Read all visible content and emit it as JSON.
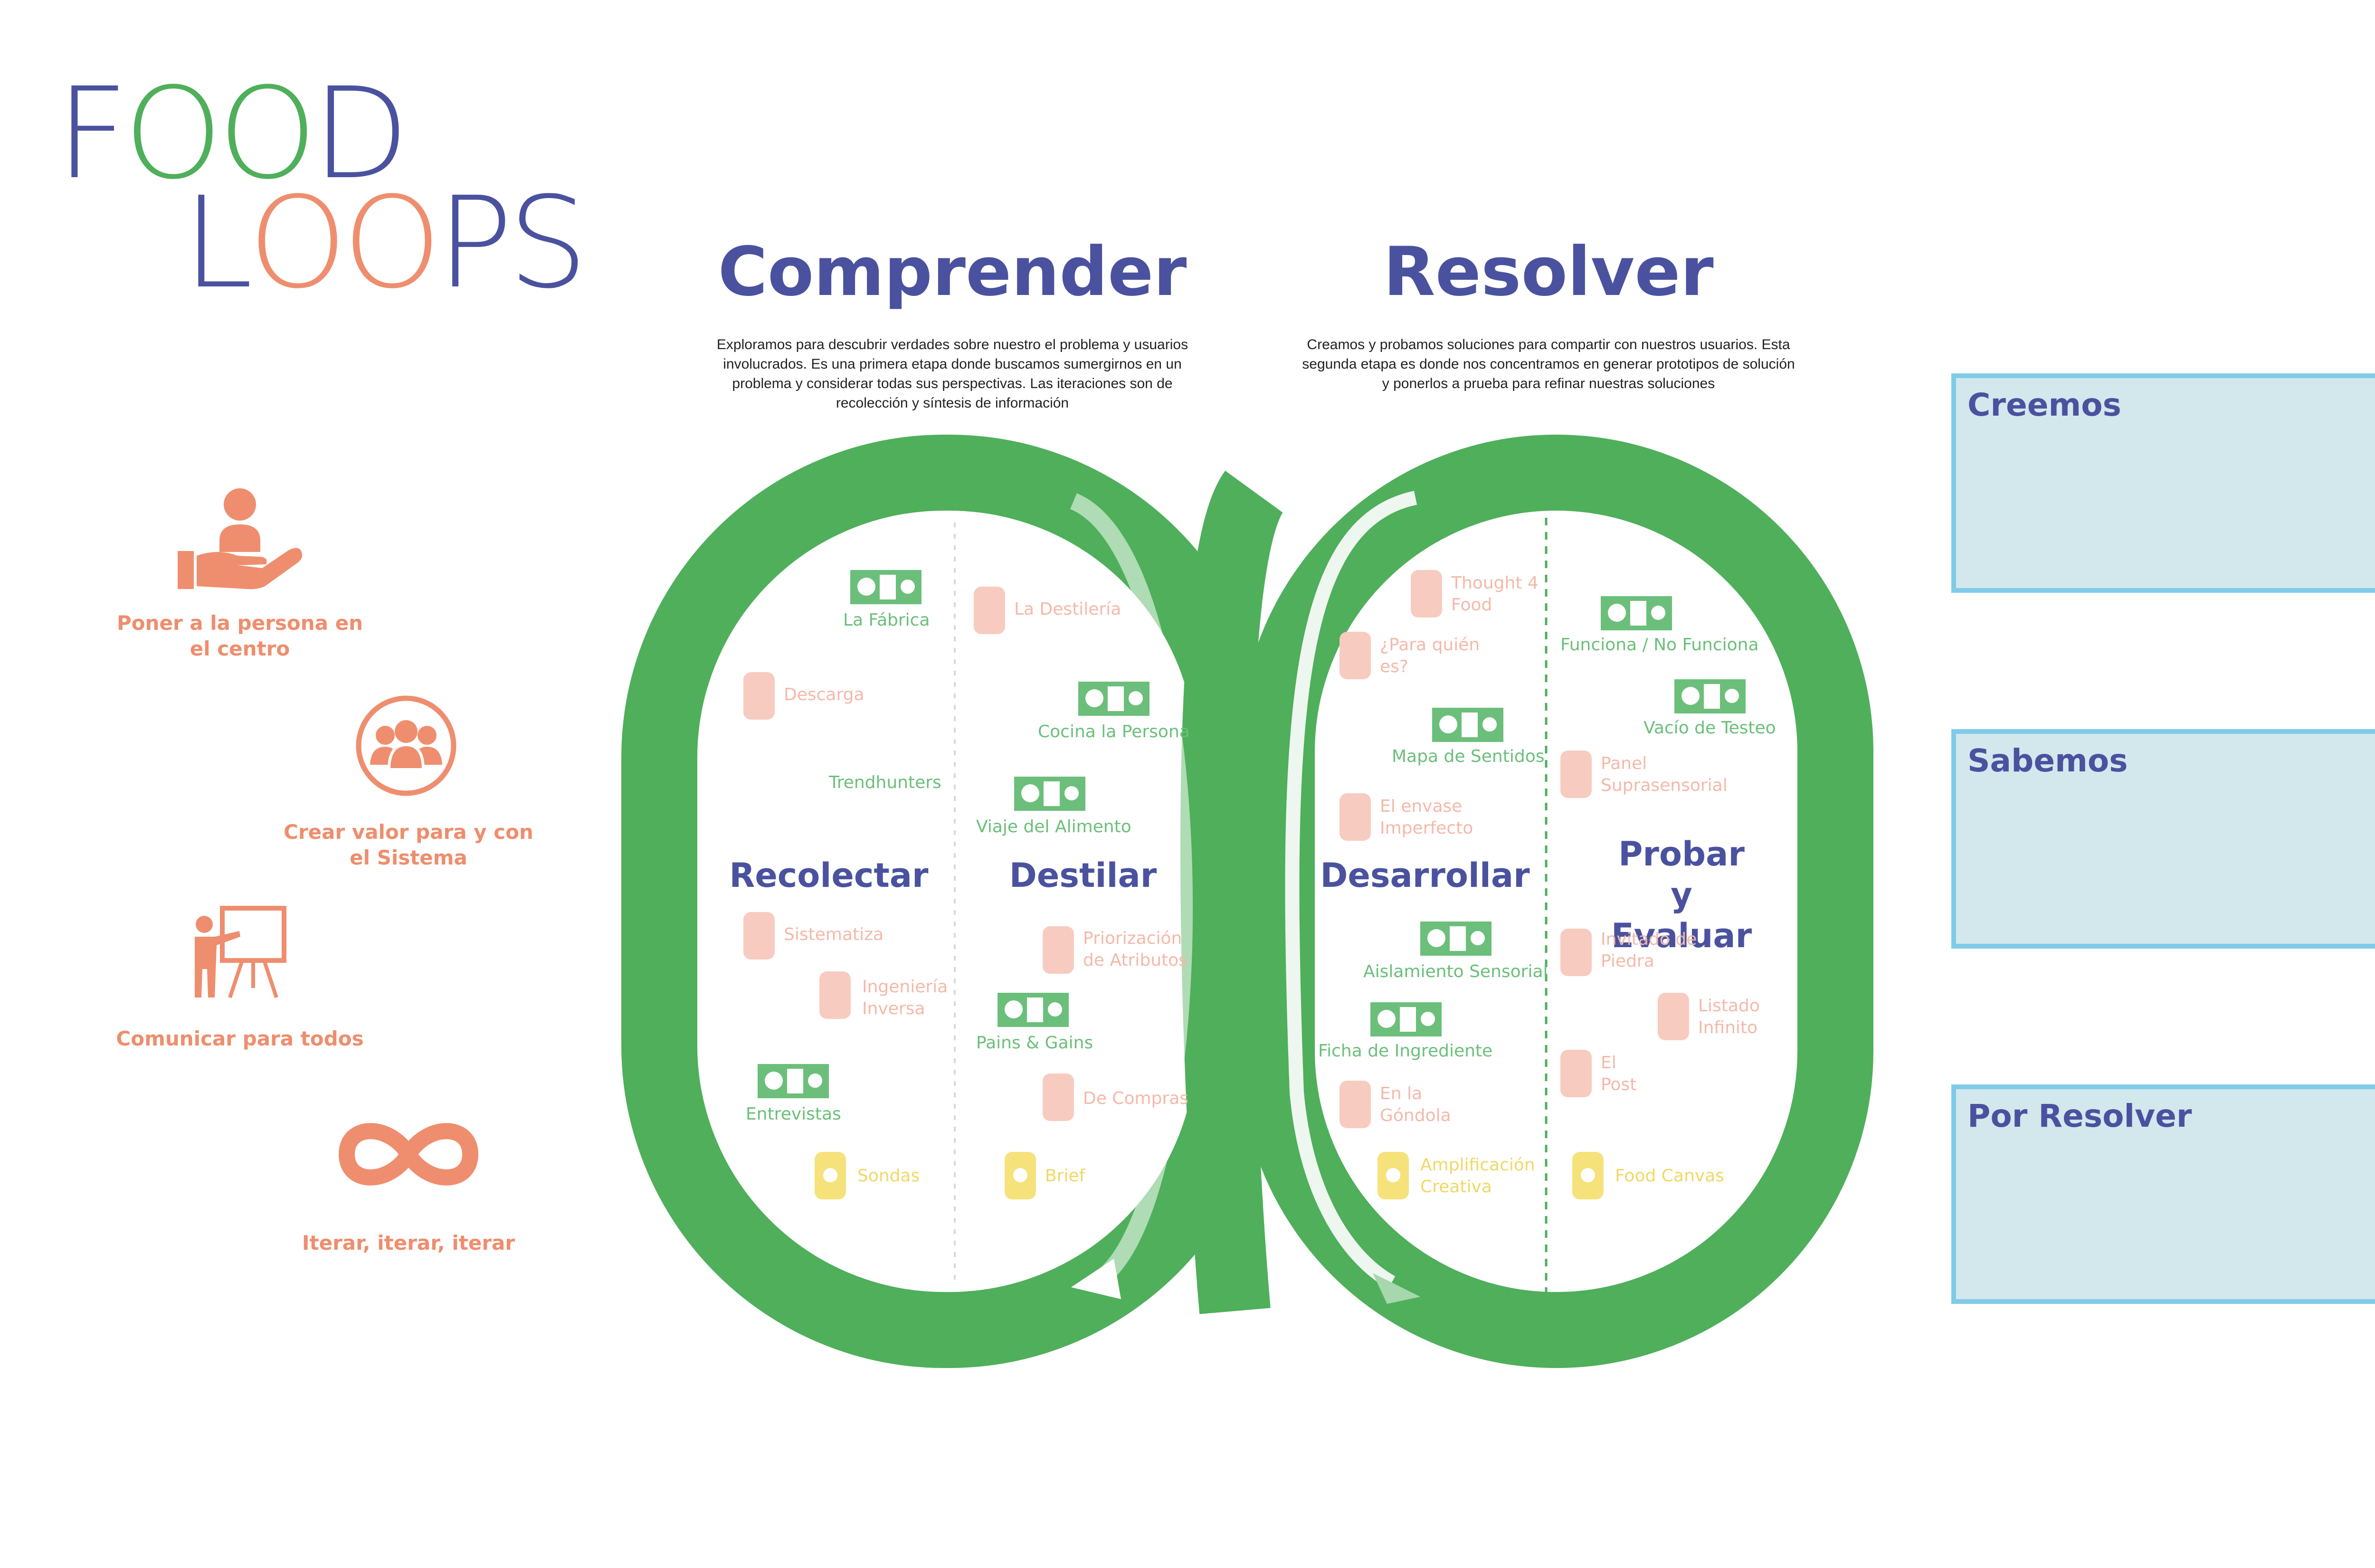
{
  "logo": {
    "line1_a": "F",
    "line1_b": "OO",
    "line1_c": "D",
    "line2_a": "L",
    "line2_b": "OO",
    "line2_c": "PS"
  },
  "colors": {
    "navy": "#4a529f",
    "green": "#4faf5b",
    "salmon": "#ee8e6e",
    "box_fill": "#d2e8ed",
    "box_border": "#7fcbe8"
  },
  "phases": {
    "comprender": {
      "title": "Comprender",
      "desc": "Exploramos para descubrir verdades sobre nuestro el problema y usuarios involucrados. Es una primera etapa donde buscamos sumergirnos en un problema y considerar todas sus perspectivas. Las iteraciones son de recolección y síntesis de información"
    },
    "resolver": {
      "title": "Resolver",
      "desc": "Creamos y probamos soluciones para compartir con nuestros usuarios. Esta segunda etapa es donde nos concentramos en generar prototipos de solución y ponerlos a prueba para refinar nuestras soluciones"
    }
  },
  "principles": [
    {
      "label": "Poner a la persona en el centro",
      "icon": "hand-person-icon"
    },
    {
      "label": "Crear valor para y con el Sistema",
      "icon": "group-icon"
    },
    {
      "label": "Comunicar para todos",
      "icon": "presentation-icon"
    },
    {
      "label": "Iterar, iterar, iterar",
      "icon": "infinity-icon"
    }
  ],
  "stages": {
    "recolectar": "Recolectar",
    "destilar": "Destilar",
    "desarrollar": "Desarrollar",
    "probar": "Probar y Evaluar"
  },
  "tools": {
    "la_fabrica": "La Fábrica",
    "descarga": "Descarga",
    "trendhunters": "Trendhunters",
    "sistematiza": "Sistematiza",
    "ingenieria_inversa": "Ingeniería Inversa",
    "entrevistas": "Entrevistas",
    "sondas": "Sondas",
    "la_destileria": "La Destilería",
    "cocina_la_persona": "Cocina la Persona",
    "viaje_del_alimento": "Viaje del Alimento",
    "priorizacion": "Priorización de Atributos",
    "pains_gains": "Pains & Gains",
    "de_compras": "De Compras",
    "brief": "Brief",
    "thought_4_food": "Thought 4 Food",
    "para_quien_es": "¿Para quién es?",
    "mapa_de_sentidos": "Mapa de Sentidos",
    "el_envase_imperfecto": "El envase Imperfecto",
    "aislamiento_sensorial": "Aislamiento Sensorial",
    "ficha_de_ingrediente": "Ficha de Ingrediente",
    "en_la_gondola": "En la Góndola",
    "amplificacion_creativa": "Amplificación Creativa",
    "funciona_no_funciona": "Funciona / No Funciona",
    "vacio_de_testeo": "Vacío de Testeo",
    "panel_suprasensorial": "Panel Suprasensorial",
    "invitado_de_piedra": "Invitado de Piedra",
    "listado_infinito": "Listado Infinito",
    "el_post": "El Post",
    "food_canvas": "Food Canvas"
  },
  "boxes": {
    "creemos": "Creemos",
    "sabemos": "Sabemos",
    "por_resolver": "Por Resolver"
  }
}
